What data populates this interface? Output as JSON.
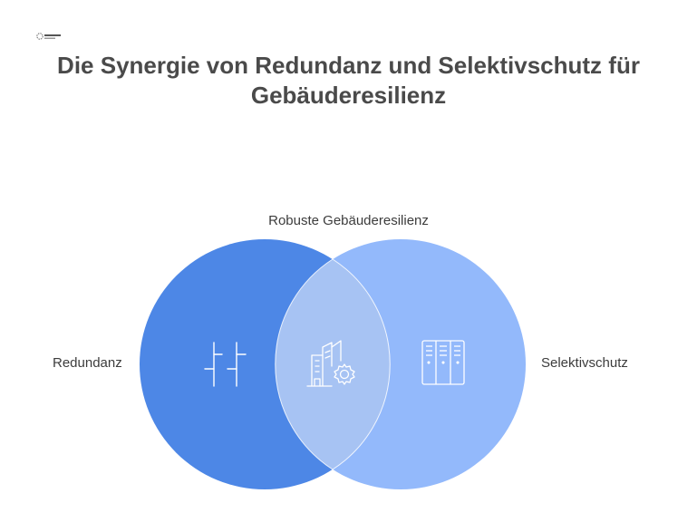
{
  "header": {
    "title_line1": "Die Synergie von Redundanz und Selektivschutz für",
    "title_line2": "Gebäuderesilienz"
  },
  "diagram": {
    "type": "venn",
    "top_label": "Robuste Gebäuderesilienz",
    "left": {
      "label": "Redundanz",
      "icon": "parallel-lines-icon",
      "color": "#4d87e6"
    },
    "right": {
      "label": "Selektivschutz",
      "icon": "cabinet-icon",
      "color": "#93b9fb"
    },
    "intersection": {
      "icon": "building-gear-icon",
      "color": "#a7c3f3"
    }
  }
}
